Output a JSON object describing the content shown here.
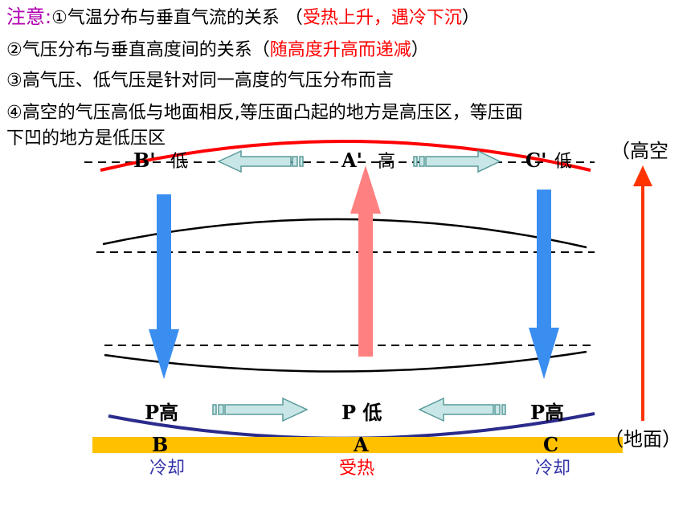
{
  "notes": {
    "title": "注意:",
    "line1_text": "①气温分布与垂直气流的关系 （",
    "line1_red": "受热上升，遇冷下沉",
    "line1_end": "）",
    "line2_text": "②气压分布与垂直高度间的关系（",
    "line2_red": "随高度升高而递减",
    "line2_end": "）",
    "line3": "③高气压、低气压是针对同一高度的气压分布而言",
    "line4a": "④高空的气压高低与地面相反,等压面凸起的地方是高压区，等压面",
    "line4b": "下凹的地方是低压区"
  },
  "diagram": {
    "upper_labels": {
      "b_prime": "B'",
      "b_prime_pressure": "低",
      "a_prime": "A'",
      "a_prime_pressure": "高",
      "c_prime": "C'",
      "c_prime_pressure": "低"
    },
    "lower_labels": {
      "b_pressure": "P高",
      "a_pressure": "P 低",
      "c_pressure": "P高"
    },
    "ground_labels": {
      "b": "B",
      "a": "A",
      "c": "C"
    },
    "surface_labels": {
      "b": "冷却",
      "a": "受热",
      "c": "冷却"
    },
    "high_altitude": "（高空",
    "ground": "（地面）",
    "colors": {
      "isobar_upper": "#ff0000",
      "isobar_lower": "#2b2b8c",
      "ground_bar": "#ffc000",
      "descending_arrow": "#3a8ef0",
      "ascending_arrow": "#ff8080",
      "horizontal_arrow": "#c8e6e6",
      "height_arrow": "#ff3300",
      "cool_text": "#3333aa",
      "heat_text": "#ff0000"
    }
  }
}
